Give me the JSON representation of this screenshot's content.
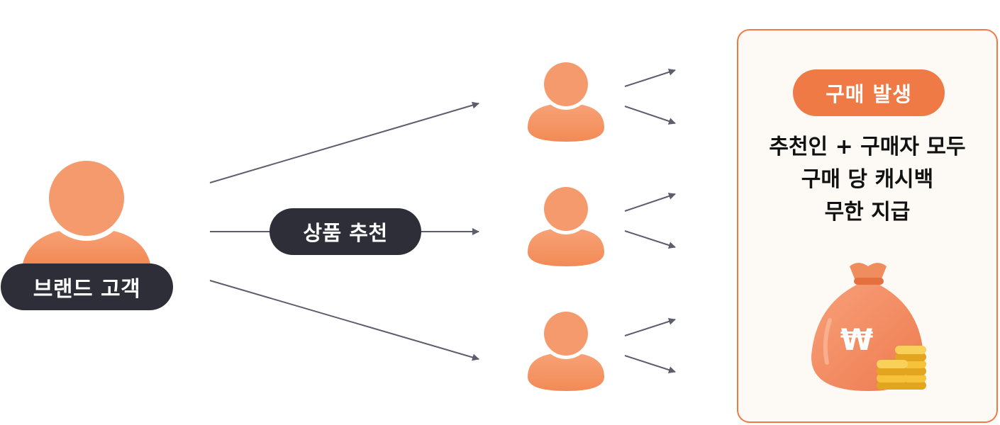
{
  "brand_customer": {
    "label": "브랜드 고객"
  },
  "recommend": {
    "label": "상품 추천"
  },
  "purchase_panel": {
    "badge": "구매 발생",
    "lines": [
      "추천인 + 구매자 모두",
      "구매 당 캐시백",
      "무한 지급"
    ],
    "currency_symbol": "₩"
  },
  "colors": {
    "accent": "#f07a45",
    "person": "#f59a6c",
    "dark_pill": "#2e2e38",
    "arrow": "#5e5d6e",
    "coin": "#f5c23a"
  }
}
